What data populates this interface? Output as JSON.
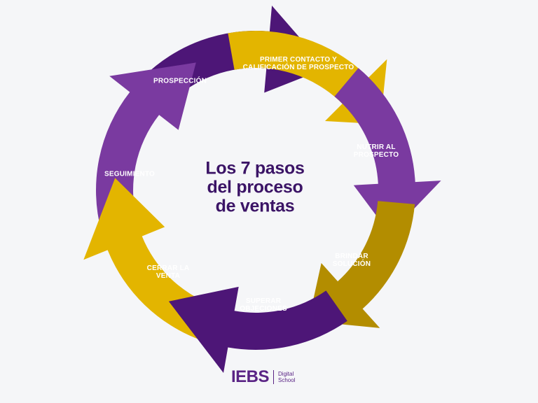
{
  "title": "Los 7 pasos\ndel proceso\nde ventas",
  "colors": {
    "background": "#f5f6f8",
    "dark_purple": "#4d1677",
    "purple": "#7a3aa0",
    "yellow": "#e3b500",
    "dark_gold": "#b38d00",
    "title_color": "#3b1466"
  },
  "steps": [
    {
      "label": "PRIMER CONTACTO Y\nCALIFICACIÓN DE PROSPECTO",
      "color": "#e3b500"
    },
    {
      "label": "NUTRIR AL\nPROSPECTO",
      "color": "#7a3aa0"
    },
    {
      "label": "BRINDAR\nSOLUCIÓN",
      "color": "#b38d00"
    },
    {
      "label": "SUPERAR\nOBJECIONES",
      "color": "#4d1677"
    },
    {
      "label": "CERRAR LA\nVENTA",
      "color": "#e3b500"
    },
    {
      "label": "SEGUIMIENTO",
      "color": "#7a3aa0"
    },
    {
      "label": "PROSPECCIÓN",
      "color": "#4d1677"
    }
  ],
  "logo": {
    "mark": "IEBS",
    "sub": "Digital\nSchool"
  }
}
